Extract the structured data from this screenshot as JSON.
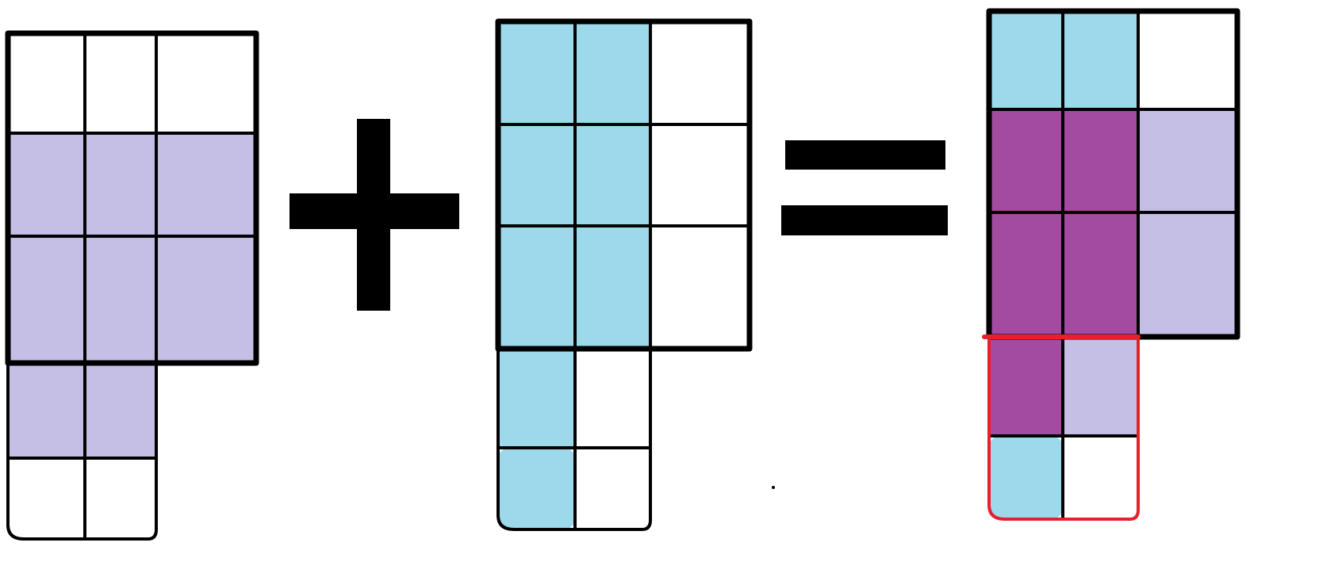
{
  "colors": {
    "background": "#ffffff",
    "outline": "#000000",
    "lavender": "#c5bfe6",
    "sky_blue": "#9cd9ea",
    "purple_overlap": "#a24ba0",
    "highlight_red": "#e8202a"
  },
  "operators": [
    "plus",
    "equals"
  ],
  "grids": [
    {
      "name": "first-addend",
      "rows": [
        [
          "white",
          "white",
          "white"
        ],
        [
          "lavender",
          "lavender",
          "lavender"
        ],
        [
          "lavender",
          "lavender",
          "lavender"
        ],
        [
          "lavender",
          "lavender"
        ],
        [
          "white",
          "white"
        ]
      ]
    },
    {
      "name": "second-addend",
      "rows": [
        [
          "sky_blue",
          "sky_blue",
          "white"
        ],
        [
          "sky_blue",
          "sky_blue",
          "white"
        ],
        [
          "sky_blue",
          "sky_blue",
          "white"
        ],
        [
          "sky_blue",
          "white"
        ],
        [
          "sky_blue",
          "white"
        ]
      ]
    },
    {
      "name": "sum",
      "rows": [
        [
          "sky_blue",
          "sky_blue",
          "white"
        ],
        [
          "purple_overlap",
          "purple_overlap",
          "lavender"
        ],
        [
          "purple_overlap",
          "purple_overlap",
          "lavender"
        ],
        [
          "purple_overlap",
          "lavender"
        ],
        [
          "sky_blue",
          "white"
        ]
      ],
      "highlighted_rows": [
        3,
        4
      ]
    }
  ]
}
